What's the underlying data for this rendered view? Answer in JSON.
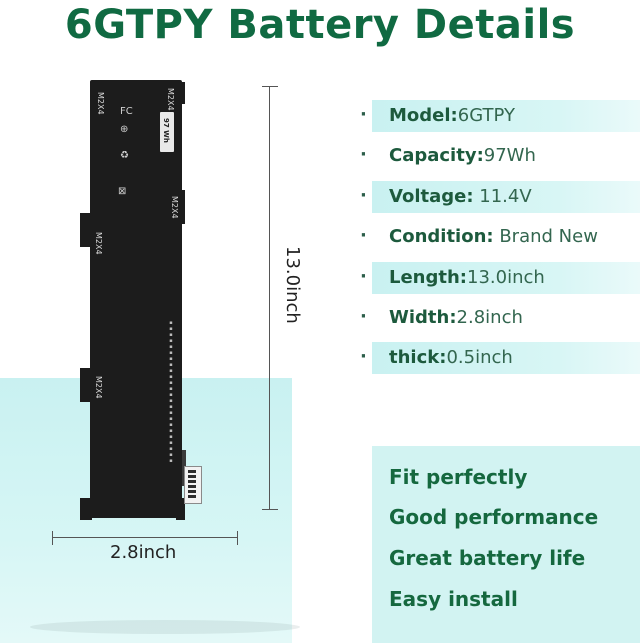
{
  "title": "6GTPY Battery Details",
  "battery": {
    "markings": [
      "M2X4",
      "M2X4",
      "M2X4",
      "M2X4",
      "M2X4"
    ],
    "capacity_plate": "97 Wh"
  },
  "dimensions": {
    "length": "13.0inch",
    "width": "2.8inch"
  },
  "specs": [
    {
      "label": "Model:",
      "value": "6GTPY"
    },
    {
      "label": "Capacity:",
      "value": "97Wh"
    },
    {
      "label": "Voltage:",
      "value": " 11.4V"
    },
    {
      "label": "Condition:",
      "value": " Brand New"
    },
    {
      "label": "Length:",
      "value": "13.0inch"
    },
    {
      "label": "Width:",
      "value": "2.8inch"
    },
    {
      "label": "thick:",
      "value": "0.5inch"
    }
  ],
  "features": [
    "Fit perfectly",
    "Good performance",
    "Great battery life",
    "Easy install"
  ],
  "colors": {
    "title": "#106a42",
    "spec_bg": "#c9f1f1",
    "feature_text": "#15683f"
  }
}
